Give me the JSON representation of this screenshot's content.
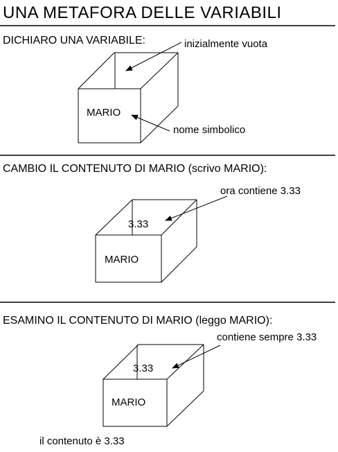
{
  "title": "UNA METAFORA DELLE VARIABILI",
  "sections": [
    {
      "heading": "DICHIARO UNA VARIABILE:",
      "box_name": "MARIO",
      "box_content": "",
      "annotation_top": "inizialmente vuota",
      "annotation_side": "nome simbolico"
    },
    {
      "heading": "CAMBIO IL CONTENUTO DI  MARIO (scrivo MARIO):",
      "box_name": "MARIO",
      "box_content": "3.33",
      "annotation_top": "ora contiene 3.33"
    },
    {
      "heading": "ESAMINO IL CONTENUTO DI MARIO (leggo MARIO):",
      "box_name": "MARIO",
      "box_content": "3.33",
      "annotation_top": "contiene sempre 3.33",
      "footnote": "il contenuto è  3.33"
    }
  ]
}
